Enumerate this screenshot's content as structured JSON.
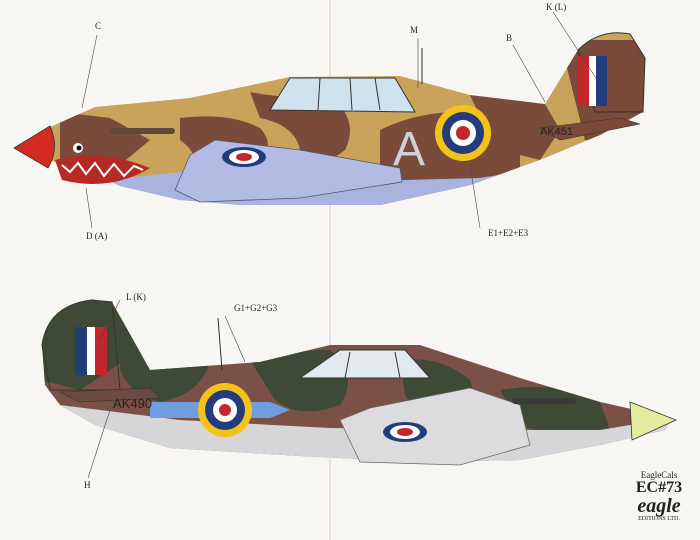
{
  "callouts_top": {
    "c": "C",
    "m": "M",
    "k": "K (L)",
    "b": "B",
    "d": "D (A)",
    "e": "E1+E2+E3"
  },
  "callouts_bottom": {
    "l": "L (K)",
    "g": "G1+G2+G3",
    "h": "H"
  },
  "aircraft_top": {
    "code_letter": "A",
    "serial": "AK451",
    "colors": {
      "sand": "#c9a35a",
      "earth": "#7a4a3a",
      "underside": "#aab3df",
      "nose": "#d32a22"
    }
  },
  "aircraft_bottom": {
    "serial": "AK490",
    "colors": {
      "earth": "#7b5046",
      "green": "#3f4a36",
      "underside": "#d6d6d8",
      "spinner": "#e4eca0"
    }
  },
  "roundel_colors": {
    "yellow": "#f2c318",
    "blue": "#233c7c",
    "red": "#c1272d",
    "white": "#ffffff"
  },
  "brand": {
    "line1": "EagleCals",
    "line2": "EC#73",
    "logo": "eagle",
    "sub": "EDITIONS LTD."
  }
}
